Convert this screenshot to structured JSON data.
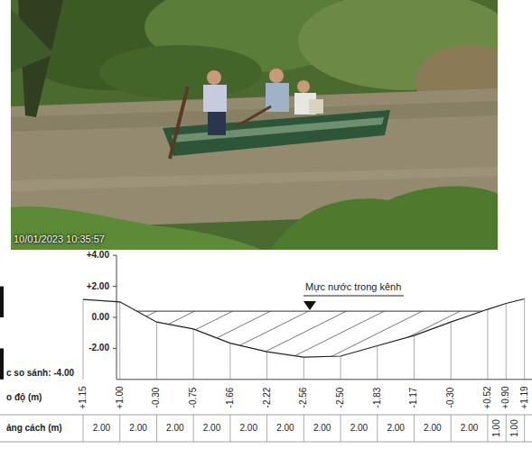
{
  "diagram": {
    "labels": [
      "10/01/2023 10:35:57",
      "+4.00",
      "+2.00",
      "0.00",
      "-2.00",
      "c so sánh: -4.00",
      "Mực nước trong kênh",
      "o độ (m)",
      "+1.15",
      "+1.00",
      "-0.30",
      "-0.75",
      "-1.66",
      "-2.22",
      "-2.56",
      "-2.50",
      "-1.83",
      "-1.17",
      "-0.30",
      "+0.52",
      "+0.90",
      "+1.19",
      "ảng cách (m)",
      "2.00",
      "2.00",
      "2.00",
      "2.00",
      "2.00",
      "2.00",
      "2.00",
      "2.00",
      "2.00",
      "2.00",
      "2.00",
      "1.00",
      "1.00"
    ]
  }
}
